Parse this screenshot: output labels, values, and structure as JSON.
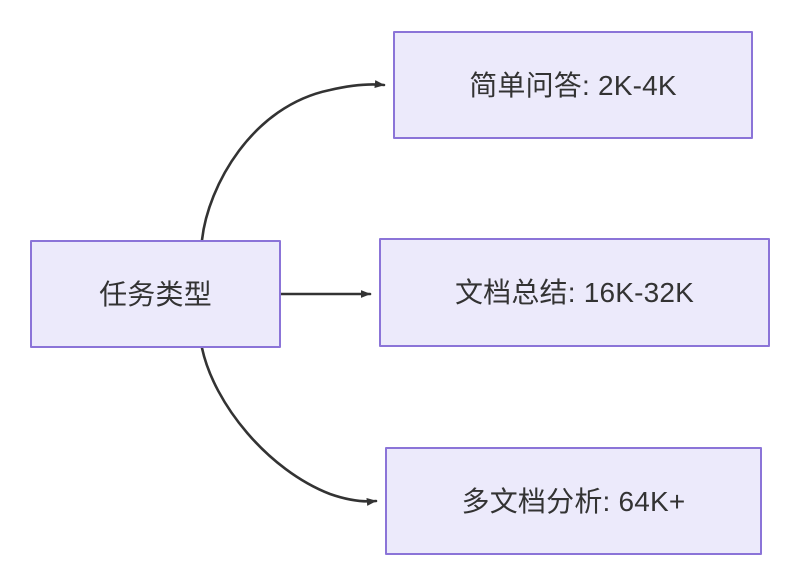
{
  "diagram": {
    "type": "flowchart",
    "direction": "left-to-right",
    "background_color": "#FFFFFF",
    "node_fill_color": "#ECEAFB",
    "node_border_color": "#8B74D8",
    "node_text_color": "#333333",
    "edge_color": "#333333",
    "nodes": [
      {
        "id": "root",
        "label": "任务类型"
      },
      {
        "id": "simple",
        "label": "简单问答: 2K-4K"
      },
      {
        "id": "doc",
        "label": "文档总结: 16K-32K"
      },
      {
        "id": "multi",
        "label": "多文档分析: 64K+"
      }
    ],
    "edges": [
      {
        "id": "edge-root-simple",
        "from": "root",
        "to": "simple",
        "label": "",
        "style": "curved-up"
      },
      {
        "id": "edge-root-doc",
        "from": "root",
        "to": "doc",
        "label": "",
        "style": "straight"
      },
      {
        "id": "edge-root-multi",
        "from": "root",
        "to": "multi",
        "label": "",
        "style": "curved-down"
      }
    ]
  }
}
